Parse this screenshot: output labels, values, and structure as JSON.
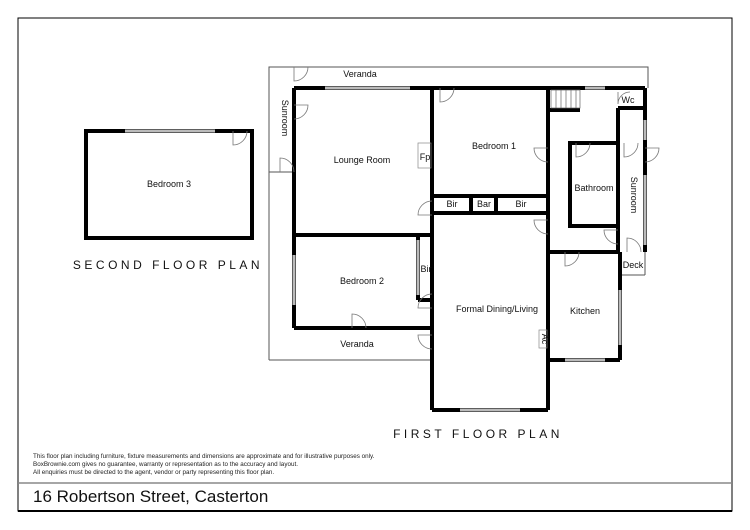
{
  "floors": {
    "second_title": "SECOND FLOOR PLAN",
    "first_title": "FIRST FLOOR PLAN"
  },
  "rooms": {
    "bedroom3": "Bedroom 3",
    "veranda_top": "Veranda",
    "sunroom_left": "Sunroom",
    "lounge": "Lounge Room",
    "fp": "Fp",
    "bedroom1": "Bedroom 1",
    "bir1": "Bir",
    "bar": "Bar",
    "bir2": "Bir",
    "bedroom2": "Bedroom 2",
    "bir3": "Bir",
    "dining": "Formal Dining/Living",
    "kitchen": "Kitchen",
    "bathroom": "Bathroom",
    "sunroom_right": "Sunroom",
    "wc": "Wc",
    "deck": "Deck",
    "ac": "Ac",
    "veranda_bottom": "Veranda"
  },
  "disclaimer": [
    "This floor plan including furniture, fixture measurements and dimensions are approximate and for illustrative purposes only.",
    "BoxBrownie.com gives no guarantee, warranty or representation as to the accuracy and layout.",
    "All enquiries must be directed to the agent, vendor or party representing this floor plan."
  ],
  "address": "16 Robertson Street, Casterton"
}
